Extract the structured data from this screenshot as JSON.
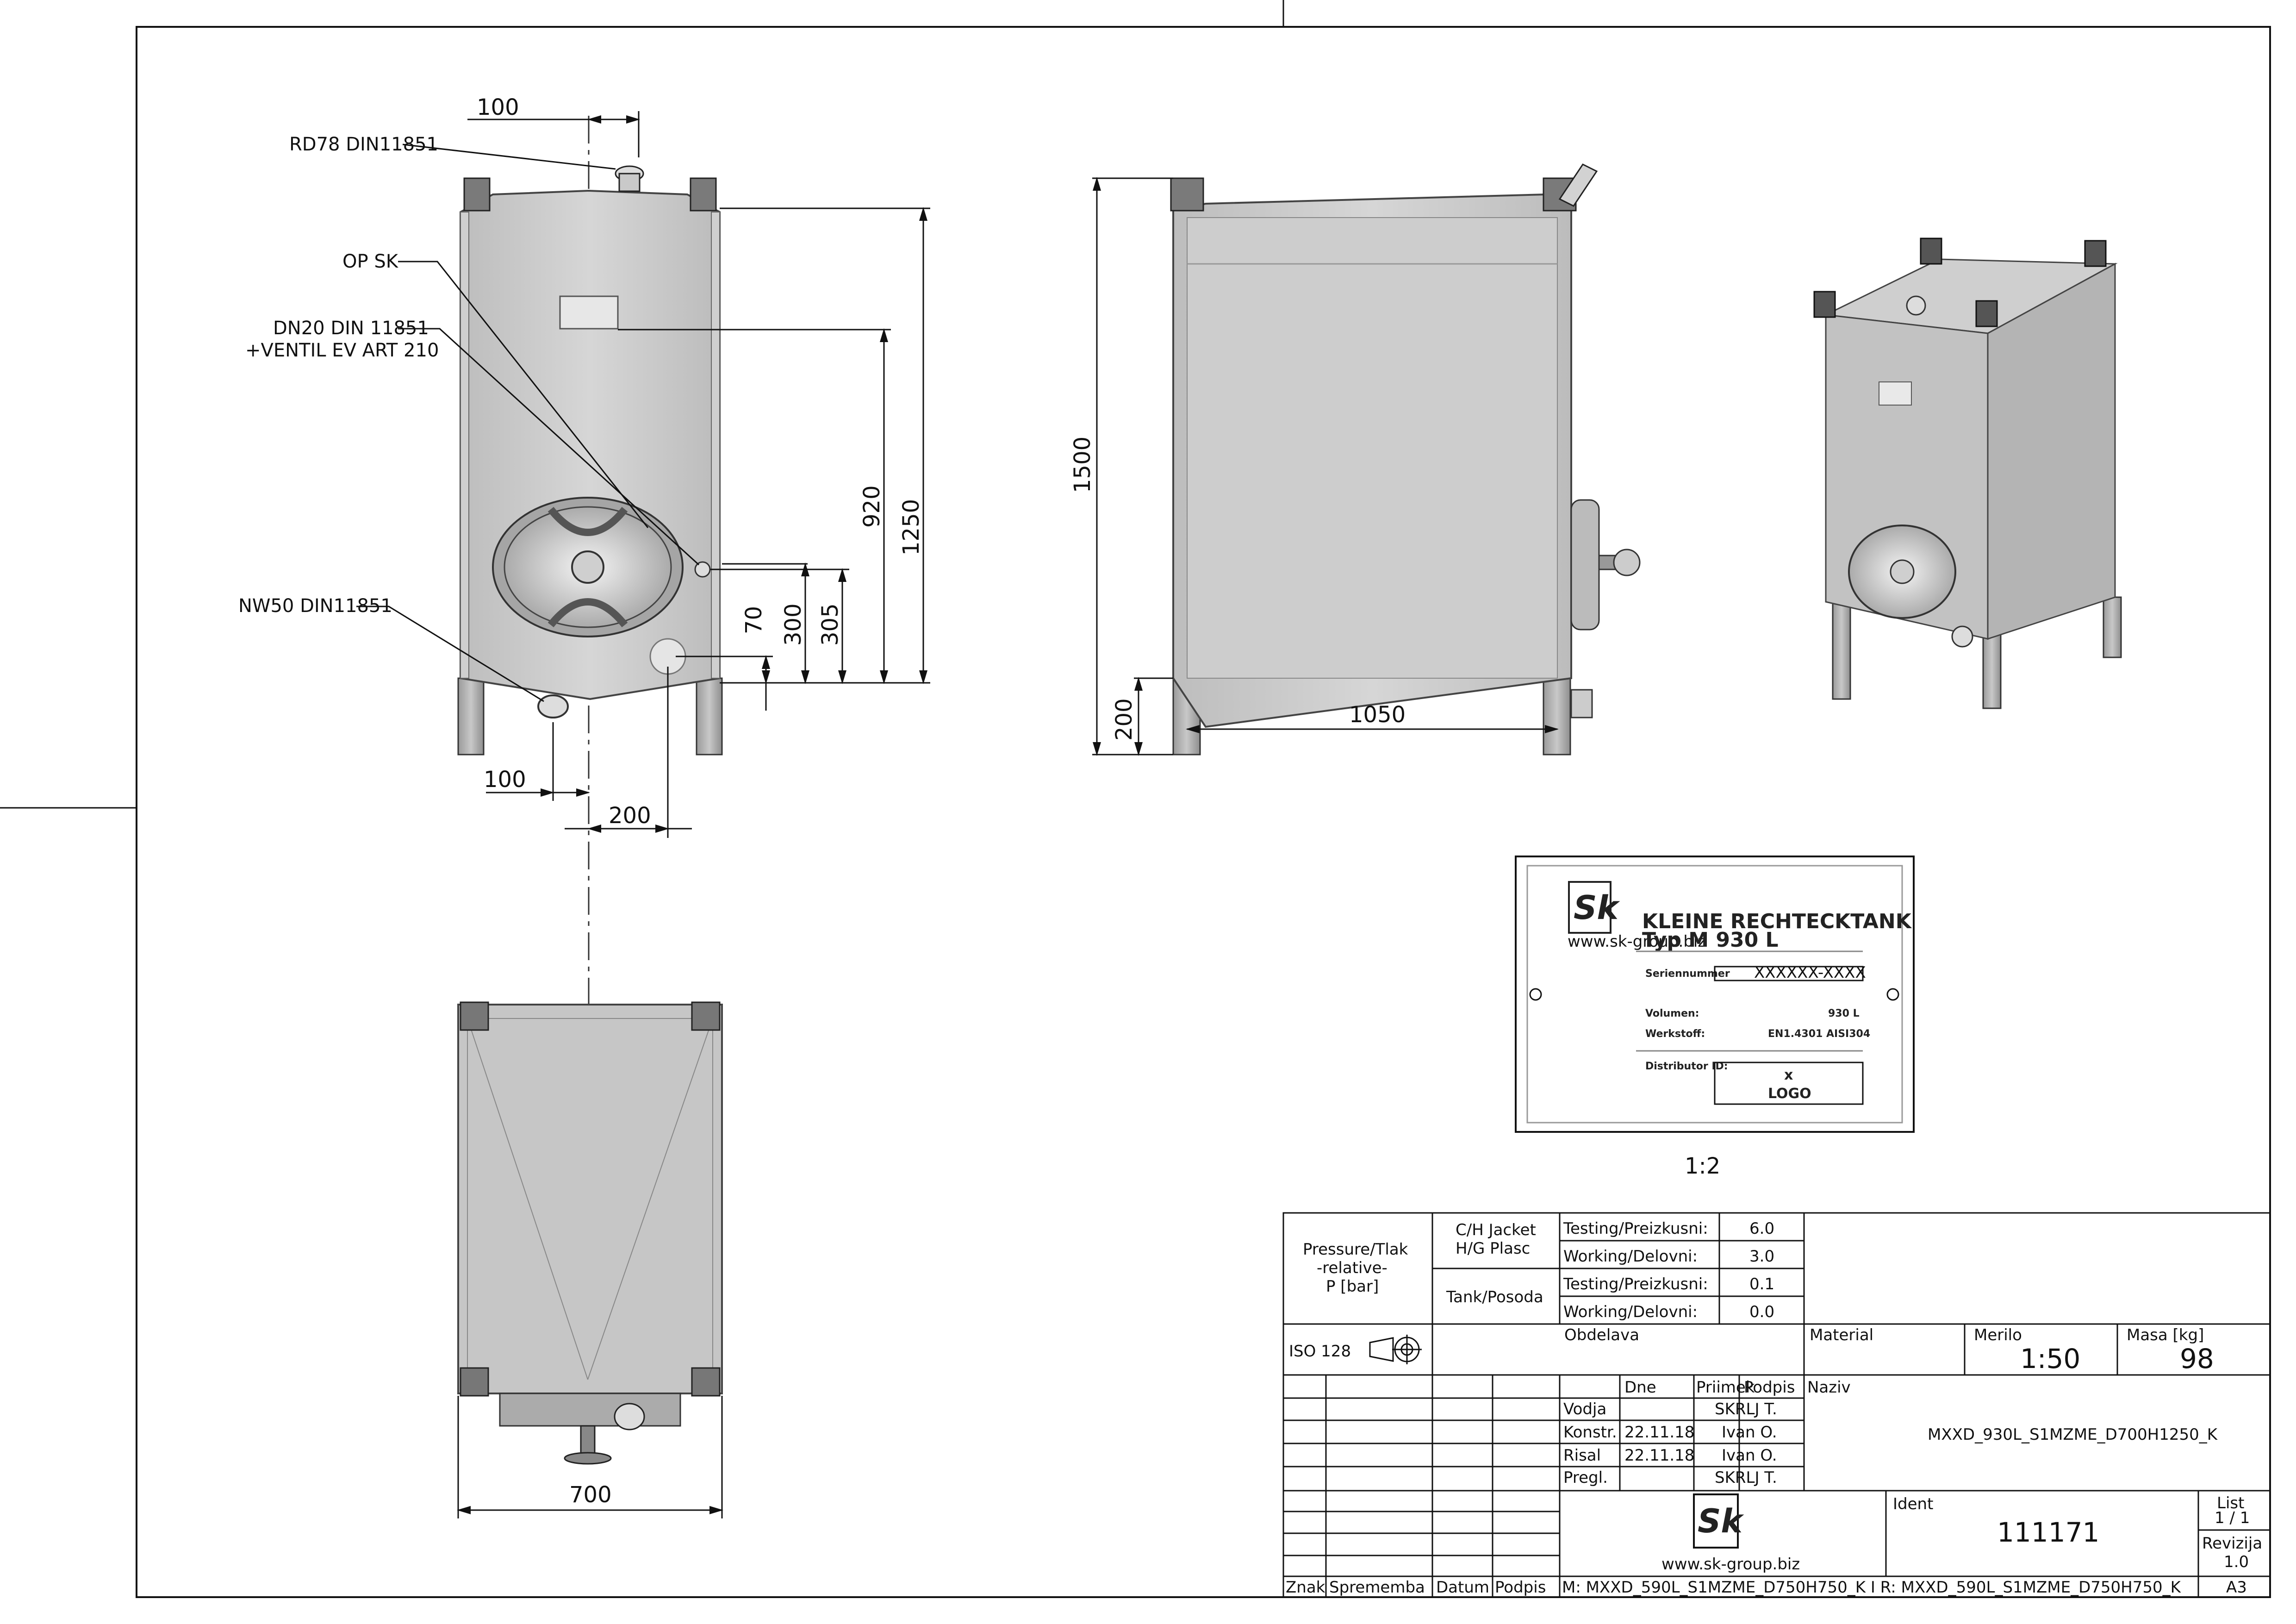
{
  "callouts": {
    "rd78": "RD78 DIN11851",
    "op_sk": "OP SK",
    "dn20_line1": "DN20 DIN 11851",
    "dn20_line2": "+VENTIL EV ART 210",
    "nw50": "NW50 DIN11851"
  },
  "dimensions": {
    "front_top_offset": "100",
    "front_bottom_offset": "100",
    "front_outlet_offset": "200",
    "h_920": "920",
    "h_1250": "1250",
    "h_70": "70",
    "h_300": "300",
    "h_305": "305",
    "side_height": "1500",
    "side_leg": "200",
    "side_width": "1050",
    "bottom_width": "700"
  },
  "plate": {
    "title_line1": "KLEINE  RECHTECKTANK",
    "title_line2": "Typ  M  930  L",
    "serial_label": "Seriennummer",
    "serial_value": "XXXXXX-XXXX",
    "volume_label": "Volumen:",
    "volume_value": "930  L",
    "material_label": "Werkstoff:",
    "material_value": "EN1.4301  AISI304",
    "distributor_label": "Distributor ID:",
    "logo_x": "x",
    "logo_text": "LOGO",
    "brand_web": "www.sk-group.biz",
    "scale": "1:2"
  },
  "title_block": {
    "pressure_label_1": "Pressure/Tlak",
    "pressure_label_2": "-relative-",
    "pressure_label_3": "P [bar]",
    "jacket_1": "C/H Jacket",
    "jacket_2": "H/G Plasc",
    "tank": "Tank/Posoda",
    "testing_1": "Testing/Preizkusni:",
    "testing_1_val": "6.0",
    "working_1": "Working/Delovni:",
    "working_1_val": "3.0",
    "testing_2": "Testing/Preizkusni:",
    "testing_2_val": "0.1",
    "working_2": "Working/Delovni:",
    "working_2_val": "0.0",
    "iso": "ISO 128",
    "obdelava": "Obdelava",
    "material": "Material",
    "merilo": "Merilo",
    "merilo_val": "1:50",
    "masa": "Masa [kg]",
    "masa_val": "98",
    "dne": "Dne",
    "priimek": "Priimek",
    "podpis": "Podpis",
    "naziv": "Naziv",
    "naziv_val": "MXXD_930L_S1MZME_D700H1250_K",
    "vodja": "Vodja",
    "vodja_name": "SKRLJ T.",
    "konstr": "Konstr.",
    "konstr_date": "22.11.18",
    "konstr_name": "Ivan O.",
    "risal": "Risal",
    "risal_date": "22.11.18",
    "risal_name": "Ivan O.",
    "pregl": "Pregl.",
    "pregl_name": "SKRLJ T.",
    "ident": "Ident",
    "ident_val": "111171",
    "list": "List",
    "list_val": "1 / 1",
    "revizija": "Revizija",
    "revizija_val": "1.0",
    "web": "www.sk-group.biz",
    "znak": "Znak",
    "sprememba": "Sprememba",
    "datum": "Datum",
    "podpis_bottom": "Podpis",
    "ref": "M: MXXD_590L_S1MZME_D750H750_K I R: MXXD_590L_S1MZME_D750H750_K",
    "format": "A3"
  }
}
